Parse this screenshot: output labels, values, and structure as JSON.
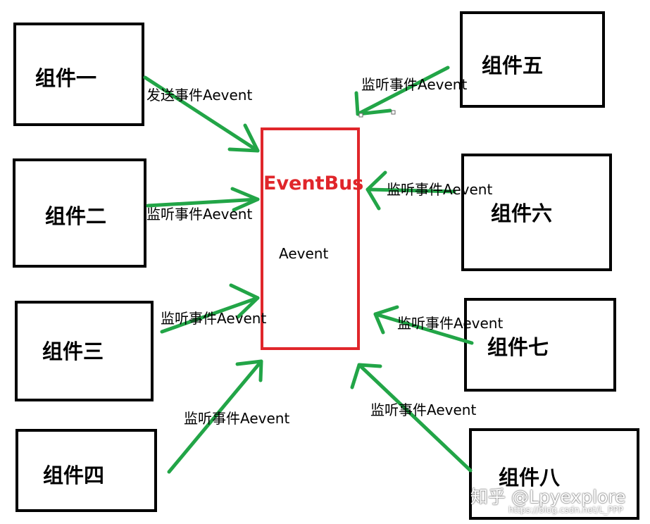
{
  "components": [
    {
      "id": "c1",
      "label": "组件一"
    },
    {
      "id": "c2",
      "label": "组件二"
    },
    {
      "id": "c3",
      "label": "组件三"
    },
    {
      "id": "c4",
      "label": "组件四"
    },
    {
      "id": "c5",
      "label": "组件五"
    },
    {
      "id": "c6",
      "label": "组件六"
    },
    {
      "id": "c7",
      "label": "组件七"
    },
    {
      "id": "c8",
      "label": "组件八"
    }
  ],
  "bus": {
    "title": "EventBus",
    "event": "Aevent"
  },
  "edges": [
    {
      "from": "c1",
      "label": "发送事件Aevent"
    },
    {
      "from": "c2",
      "label": "监听事件Aevent"
    },
    {
      "from": "c3",
      "label": "监听事件Aevent"
    },
    {
      "from": "c4",
      "label": "监听事件Aevent"
    },
    {
      "from": "c5",
      "label": "监听事件Aevent"
    },
    {
      "from": "c6",
      "label": "监听事件Aevent"
    },
    {
      "from": "c7",
      "label": "监听事件Aevent"
    },
    {
      "from": "c8",
      "label": "监听事件Aevent"
    }
  ],
  "watermark": {
    "text": "知乎 @Lpyexplore",
    "url": "https://blog.csdn.net/L_PPP"
  },
  "colors": {
    "arrow": "#22a547",
    "bus_border": "#e0262b",
    "box_border": "#000000"
  }
}
